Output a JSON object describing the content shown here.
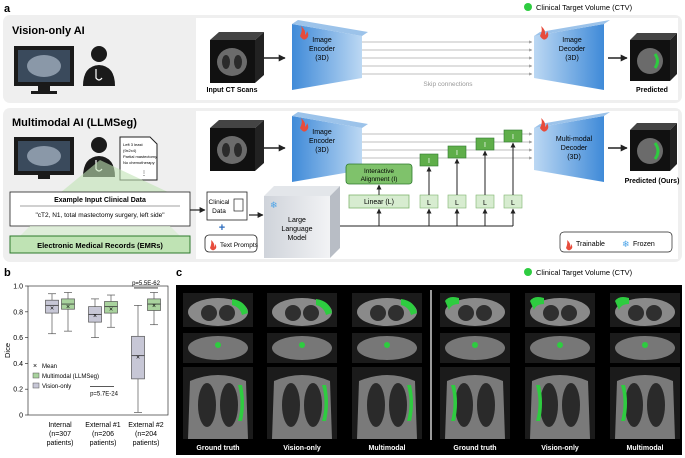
{
  "legend_top": {
    "dot_color": "#2ecc40",
    "label": "Clinical Target Volume (CTV)"
  },
  "legend_c": {
    "dot_color": "#2ecc40",
    "label": "Clinical Target Volume (CTV)"
  },
  "panel_labels": {
    "a": "a",
    "b": "b",
    "c": "c"
  },
  "panel_a": {
    "vision_title": "Vision-only AI",
    "multimodal_title": "Multimodal AI (LLMSeg)",
    "input_ct": "Input CT Scans",
    "skip": "Skip connections",
    "encoder_l1": "Image",
    "encoder_l2": "Encoder",
    "encoder_l3": "(3D)",
    "decoder_l1": "Image",
    "decoder_l2": "Decoder",
    "decoder_l3": "(3D)",
    "mm_decoder_l1": "Multi-modal",
    "mm_decoder_l2": "Decoder",
    "mm_decoder_l3": "(3D)",
    "predicted": "Predicted",
    "predicted_ours": "Predicted (Ours)",
    "doc_lines": [
      "Left 3 least",
      "(9x2x4)",
      "Partial mastectomy",
      "No chemotherapy"
    ],
    "example_title": "Example Input Clinical Data",
    "example_text": "\"cT2, N1, total mastectomy surgery, left side\"",
    "emr": "Electronic Medical Records (EMRs)",
    "clinical_l1": "Clinical",
    "clinical_l2": "Data",
    "plus": "+",
    "text_prompts": "Text Prompts",
    "llm_l1": "Large",
    "llm_l2": "Language",
    "llm_l3": "Model",
    "interactive_l1": "Interactive",
    "interactive_l2": "Alignment (I)",
    "linear": "Linear (L)",
    "i": "I",
    "l": "L",
    "trainable": "Trainable",
    "frozen": "Frozen"
  },
  "panel_c": {
    "captions": [
      "Ground truth",
      "Vision-only",
      "Multimodal",
      "Ground truth",
      "Vision-only",
      "Multimodal"
    ]
  },
  "chart_data": {
    "type": "box",
    "title": "",
    "ylabel": "Dice",
    "xlabel": "",
    "ylim": [
      0,
      1
    ],
    "yticks": [
      0,
      0.2,
      0.4,
      0.6,
      0.8,
      1.0
    ],
    "ytick_labels": [
      "0",
      "0.2",
      "0.4",
      "0.6",
      "0.8",
      "1.0"
    ],
    "groups": [
      {
        "lines": [
          "Internal",
          "(n=307",
          "patients)"
        ]
      },
      {
        "lines": [
          "External #1",
          "(n=206",
          "patients)"
        ]
      },
      {
        "lines": [
          "External #2",
          "(n=204",
          "patients)"
        ]
      }
    ],
    "series": [
      {
        "name": "Vision-only",
        "color": "#c7c7d6",
        "boxes": [
          {
            "min": 0.63,
            "q1": 0.79,
            "median": 0.85,
            "q3": 0.89,
            "max": 0.94,
            "mean": 0.83
          },
          {
            "min": 0.6,
            "q1": 0.72,
            "median": 0.78,
            "q3": 0.84,
            "max": 0.9,
            "mean": 0.77
          },
          {
            "min": 0.02,
            "q1": 0.28,
            "median": 0.46,
            "q3": 0.61,
            "max": 0.85,
            "mean": 0.45
          }
        ]
      },
      {
        "name": "Multimodal (LLMSeg)",
        "color": "#a9d39e",
        "boxes": [
          {
            "min": 0.65,
            "q1": 0.82,
            "median": 0.86,
            "q3": 0.9,
            "max": 0.95,
            "mean": 0.84
          },
          {
            "min": 0.68,
            "q1": 0.79,
            "median": 0.84,
            "q3": 0.88,
            "max": 0.93,
            "mean": 0.82
          },
          {
            "min": 0.7,
            "q1": 0.81,
            "median": 0.86,
            "q3": 0.9,
            "max": 0.95,
            "mean": 0.85
          }
        ]
      }
    ],
    "pvalues": [
      "p=5.7E-24",
      "p=5.5E-62"
    ],
    "legend": [
      {
        "marker": "×",
        "label": "Mean"
      },
      {
        "swatch": "#a9d39e",
        "label": "Multimodal (LLMSeg)"
      },
      {
        "swatch": "#c7c7d6",
        "label": "Vision-only"
      }
    ]
  }
}
